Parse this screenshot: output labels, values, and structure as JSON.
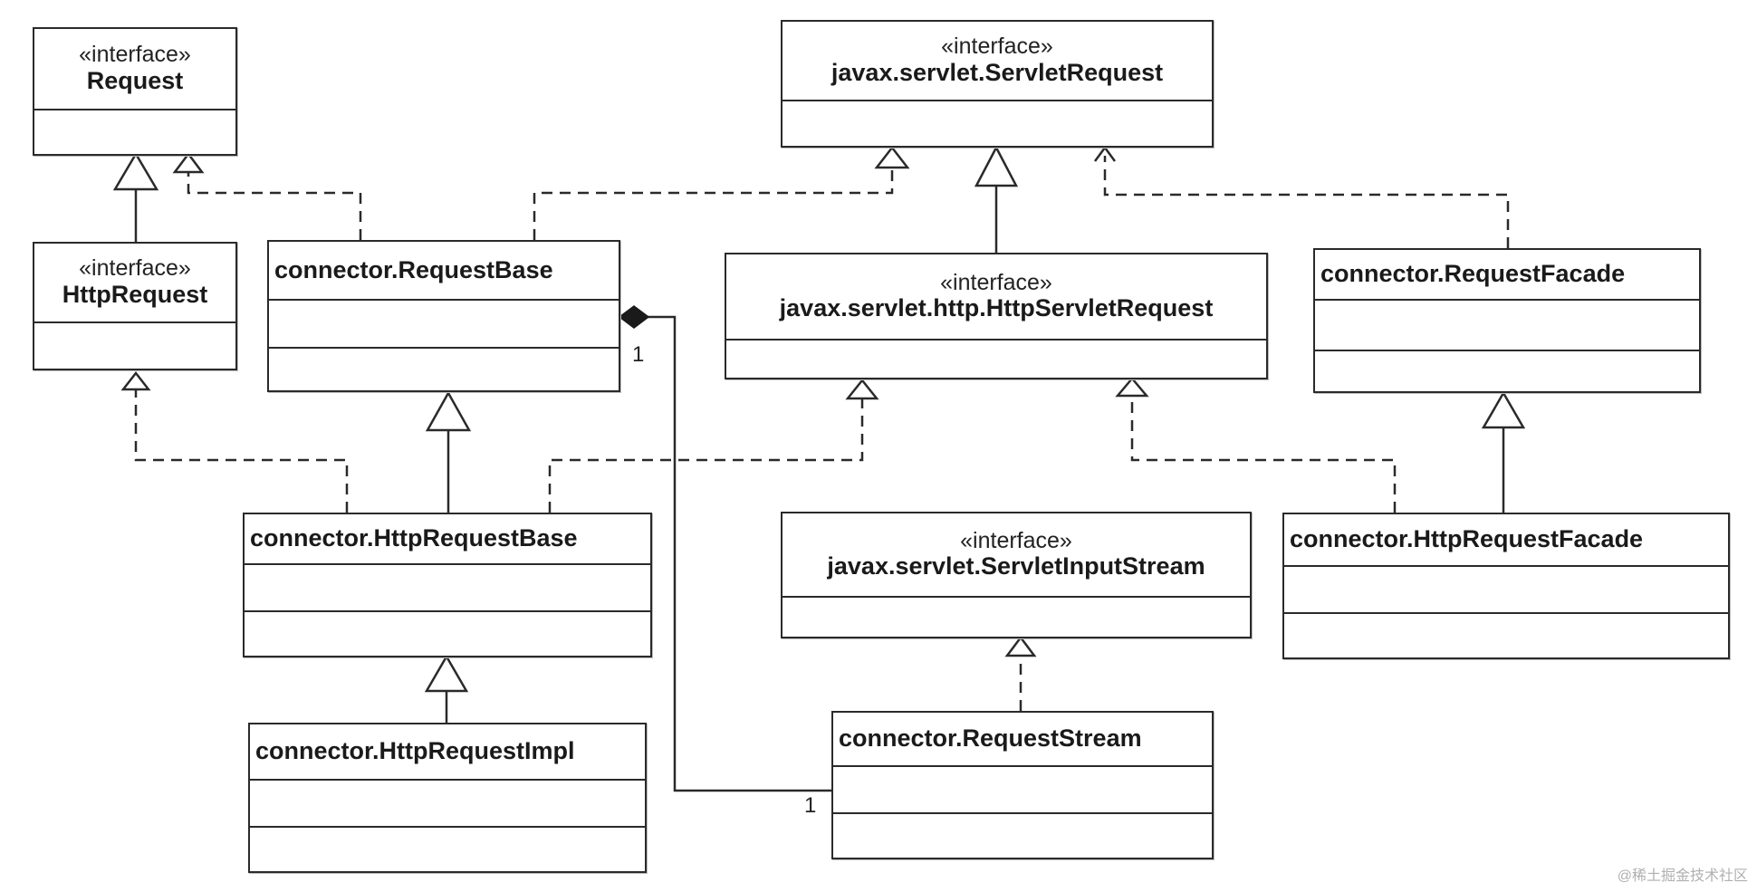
{
  "classes": {
    "request": {
      "stereotype": "«interface»",
      "name": "Request"
    },
    "servlet_request": {
      "stereotype": "«interface»",
      "name": "javax.servlet.ServletRequest"
    },
    "http_request": {
      "stereotype": "«interface»",
      "name": "HttpRequest"
    },
    "request_base": {
      "name": "connector.RequestBase"
    },
    "http_servlet_request": {
      "stereotype": "«interface»",
      "name": "javax.servlet.http.HttpServletRequest"
    },
    "request_facade": {
      "name": "connector.RequestFacade"
    },
    "http_request_base": {
      "name": "connector.HttpRequestBase"
    },
    "servlet_input_stream": {
      "stereotype": "«interface»",
      "name": "javax.servlet.ServletInputStream"
    },
    "http_request_facade": {
      "name": "connector.HttpRequestFacade"
    },
    "http_request_impl": {
      "name": "connector.HttpRequestImpl"
    },
    "request_stream": {
      "name": "connector.RequestStream"
    }
  },
  "multiplicity": {
    "base_end": "1",
    "stream_end": "1"
  },
  "watermark": "@稀土掘金技术社区"
}
